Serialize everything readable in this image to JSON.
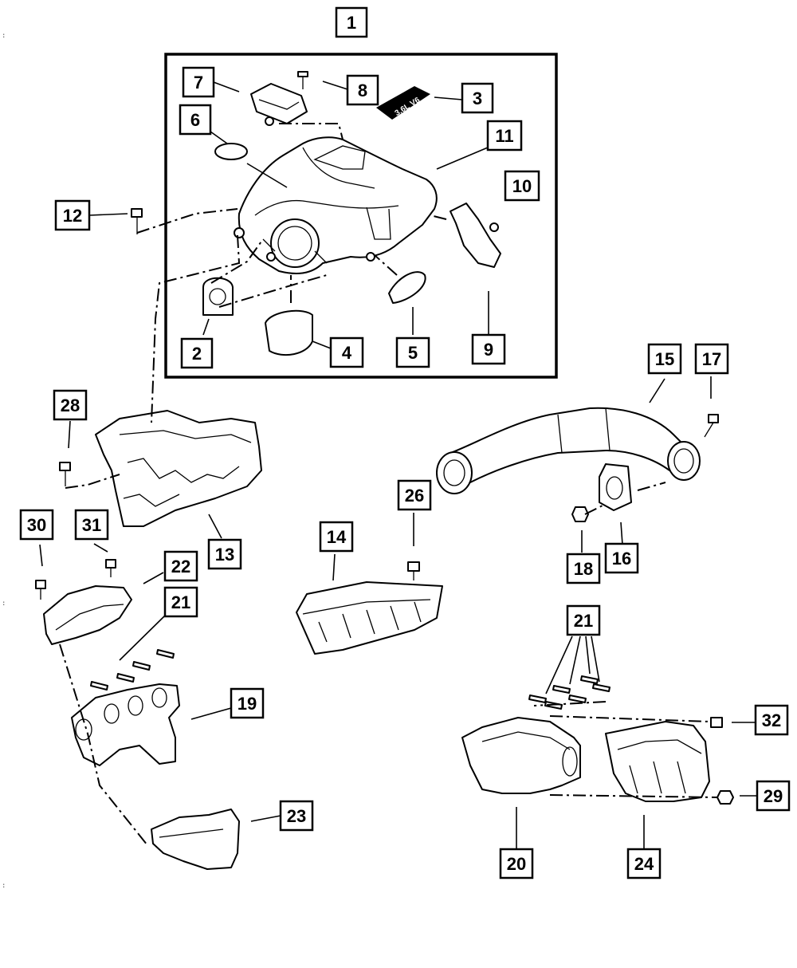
{
  "diagram": {
    "callouts": {
      "c1": "1",
      "c2": "2",
      "c3": "3",
      "c4": "4",
      "c5": "5",
      "c6": "6",
      "c7": "7",
      "c8": "8",
      "c9": "9",
      "c10": "10",
      "c11": "11",
      "c12": "12",
      "c13": "13",
      "c14": "14",
      "c15": "15",
      "c16": "16",
      "c17": "17",
      "c18": "18",
      "c19": "19",
      "c20": "20",
      "c21a": "21",
      "c21b": "21",
      "c22": "22",
      "c23": "23",
      "c24": "24",
      "c26": "26",
      "c28": "28",
      "c29": "29",
      "c30": "30",
      "c31": "31",
      "c32": "32"
    },
    "cover_label": "3.6L V6",
    "margin_marks": [
      ":",
      ":",
      ":"
    ],
    "colors": {
      "ink": "#000000",
      "paper": "#ffffff"
    }
  }
}
